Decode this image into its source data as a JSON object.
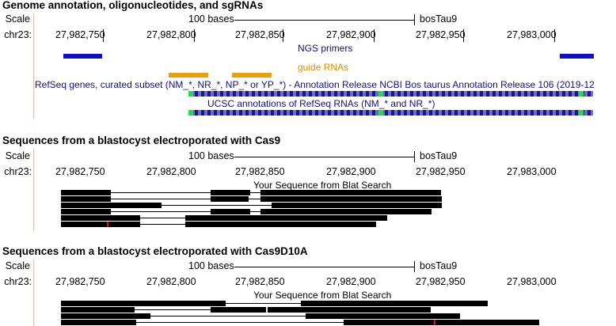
{
  "panels": [
    {
      "heading": "Genome annotation, oligonucleotides, and sgRNAs",
      "scale_label": "Scale",
      "scale_text": "100 bases",
      "assembly": "bosTau9",
      "chrom": "chr23:",
      "ticks": [
        "27,982,750",
        "27,982,800",
        "27,982,850",
        "27,982,900",
        "27,982,950",
        "27,983,000"
      ],
      "tracks": {
        "ngs": "NGS primers",
        "guides": "guide RNAs",
        "refseq_curated": "RefSeq genes, curated subset (NM_*, NR_*, NP_* or YP_*) - Annotation Release NCBI Bos taurus Annotation Release 106 (2019-12",
        "ucsc_refseq": "UCSC annotations of RefSeq RNAs (NM_* and NR_*)"
      }
    },
    {
      "heading": "Sequences from a blastocyst electroporated with Cas9",
      "scale_label": "Scale",
      "scale_text": "100 bases",
      "assembly": "bosTau9",
      "chrom": "chr23:",
      "ticks": [
        "27,982,750",
        "27,982,800",
        "27,982,850",
        "27,982,900",
        "27,982,950",
        "27,983,000"
      ],
      "track": "Your Sequence from Blat Search"
    },
    {
      "heading": "Sequences from a blastocyst electroporated with Cas9D10A",
      "scale_label": "Scale",
      "scale_text": "100 bases",
      "assembly": "bosTau9",
      "chrom": "chr23:",
      "ticks": [
        "27,982,750",
        "27,982,800",
        "27,982,850",
        "27,982,900",
        "27,982,950",
        "27,983,000"
      ],
      "track": "Your Sequence from Blat Search"
    }
  ],
  "colors": {
    "ngs_primer": "#1010c0",
    "guide_rna": "#e8a010",
    "track_label_blue": "#101080",
    "guide_label": "#d89000",
    "exon_green": "#22dd44",
    "mutation_red": "#d01010"
  }
}
